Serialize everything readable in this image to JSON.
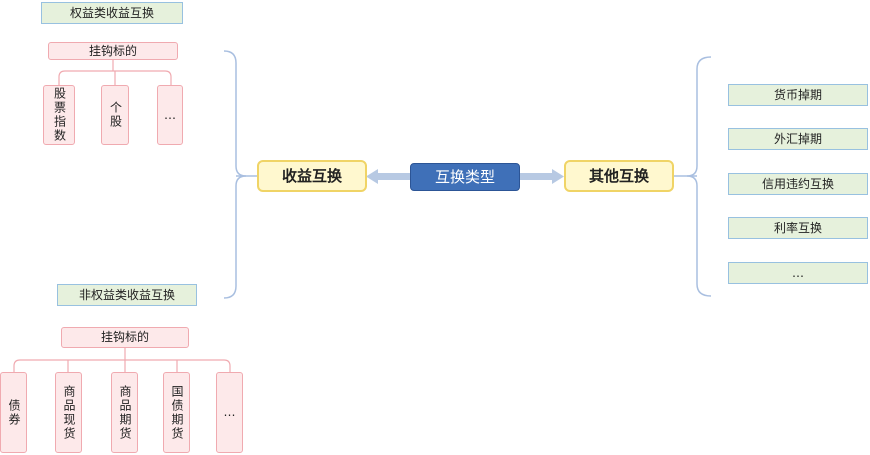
{
  "center": {
    "label": "互换类型"
  },
  "left": {
    "label": "收益互换",
    "equity": {
      "title": "权益类收益互换",
      "underlying": "挂钩标的",
      "items": [
        "股票指数",
        "个股",
        "…"
      ]
    },
    "non_equity": {
      "title": "非权益类收益互换",
      "underlying": "挂钩标的",
      "items": [
        "债券",
        "商品现货",
        "商品期货",
        "国债期货",
        "…"
      ]
    }
  },
  "right": {
    "label": "其他互换",
    "items": [
      "货币掉期",
      "外汇掉期",
      "信用违约互换",
      "利率互换",
      "…"
    ]
  },
  "colors": {
    "green_fill": "#e6f1dc",
    "green_border": "#98c1e0",
    "pink_fill": "#fde9ea",
    "pink_border": "#f0aab0",
    "yellow_fill": "#fff8cf",
    "yellow_border": "#f0d466",
    "blue_fill": "#3f70b8",
    "arrow": "#b7c9e3",
    "bracket": "#a9bfe0"
  }
}
